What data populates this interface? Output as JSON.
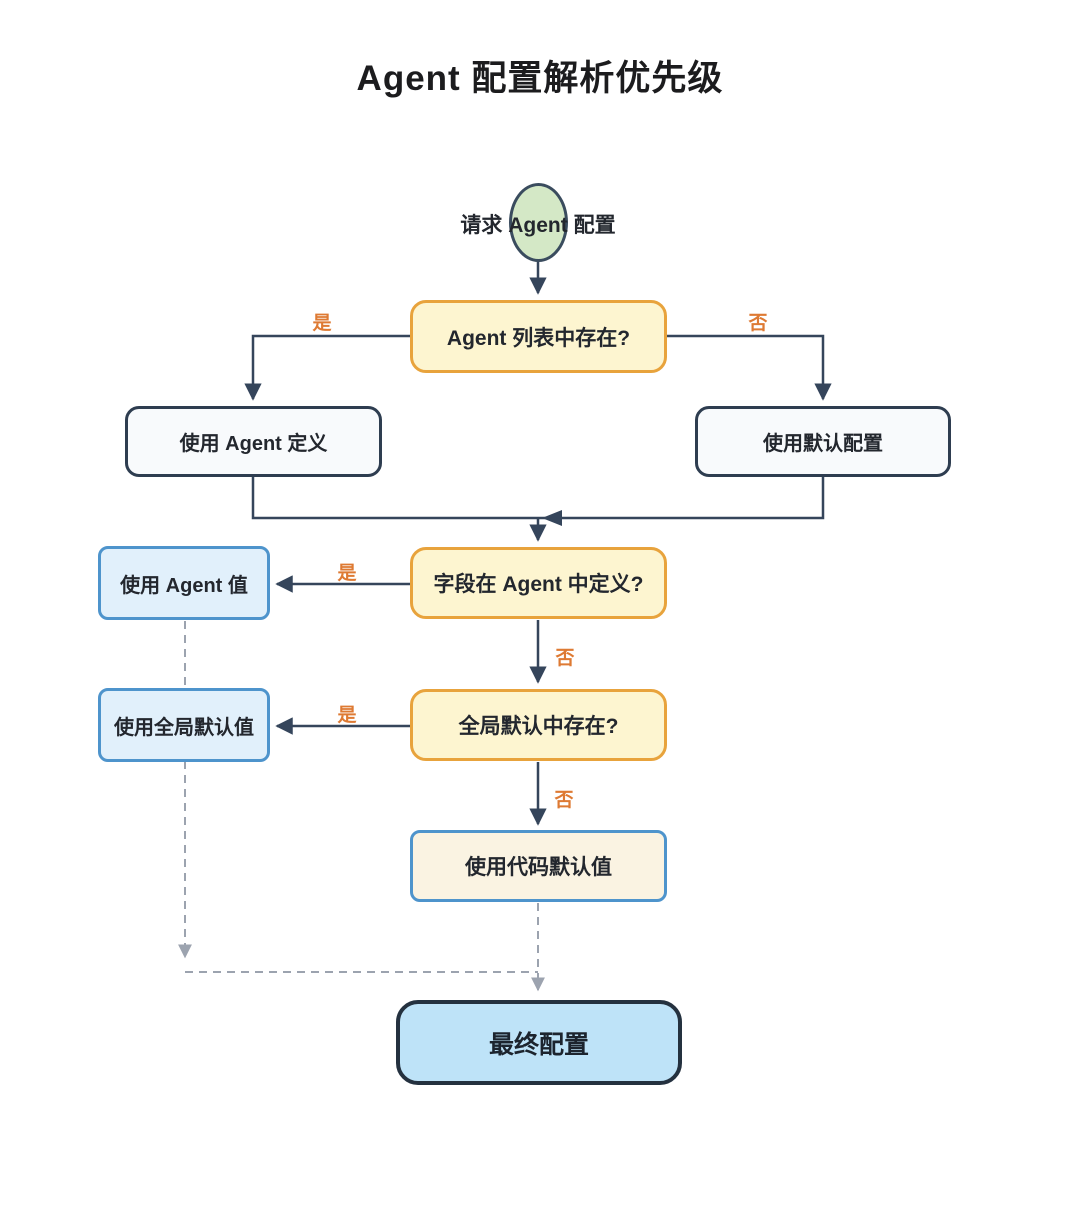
{
  "title": "Agent 配置解析优先级",
  "nodes": {
    "start": {
      "label": "请求 Agent 配置"
    },
    "decision_agent_list": {
      "label": "Agent 列表中存在?"
    },
    "use_agent_definition": {
      "label": "使用 Agent 定义"
    },
    "use_default_config": {
      "label": "使用默认配置"
    },
    "decision_field_defined": {
      "label": "字段在 Agent 中定义?"
    },
    "use_agent_value": {
      "label": "使用 Agent 值"
    },
    "decision_global_default": {
      "label": "全局默认中存在?"
    },
    "use_global_default": {
      "label": "使用全局默认值"
    },
    "use_code_default": {
      "label": "使用代码默认值"
    },
    "final_config": {
      "label": "最终配置"
    }
  },
  "edge_labels": {
    "d1_yes": "是",
    "d1_no": "否",
    "d2_yes": "是",
    "d2_no": "否",
    "d3_yes": "是",
    "d3_no": "否"
  },
  "colors": {
    "background": "#ffffff",
    "decision_fill": "#fdf5d0",
    "decision_border": "#e8a33c",
    "plain_fill": "#f8fafc",
    "plain_border": "#2e3d50",
    "blue_fill": "#e1f0fb",
    "blue_border": "#4e94cc",
    "cream_fill": "#faf3e2",
    "final_fill": "#bee3f8",
    "final_border": "#24313f",
    "start_fill": "#d4e8c6",
    "connector": "#35455b",
    "dashed_connector": "#9ca3af",
    "edge_label": "#de7a33",
    "title_text": "#1c1c1e"
  }
}
